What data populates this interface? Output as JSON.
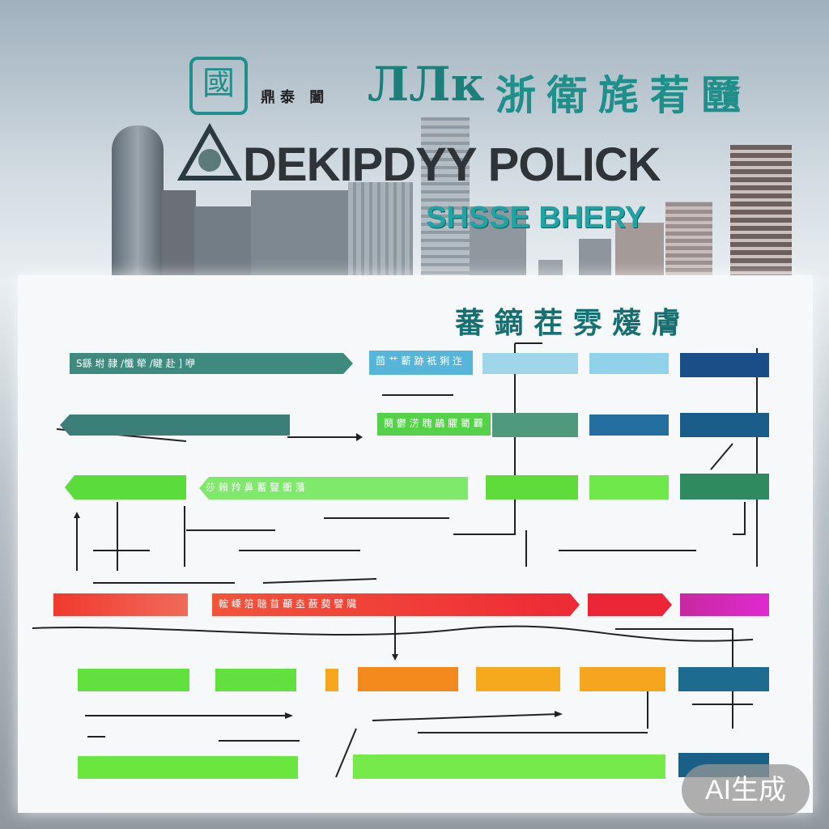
{
  "header": {
    "seal_text": "國",
    "top_small": "鼎泰 闔",
    "top_right_cn": "浙 衛 旄 䒴 㔶",
    "top_mid_glyph": "ЛЛк",
    "title_en": "DEKIPDYY POLICK",
    "subtitle_en": "SHSSE BHERY"
  },
  "panel": {
    "title_cn": "蕃 鏑 茬 雰 蕿 膚"
  },
  "rows": [
    {
      "label": "S繇 坿 隷 /懺 犖 /睷 赴 ] 咿"
    },
    {
      "label": "茴 艹 蘄 跡 衹 猁 迮"
    },
    {
      "label": "蔅 鬱 淓 聭 鶓 臞 薥 覉"
    },
    {
      "label": "莎 賴 羚 鼻 蓄 豎 衝 藩"
    },
    {
      "label": "𨌆 嵊 箈 聴 苜 顳 坴 蘞 葜 譬 贜"
    }
  ],
  "badge": "AI生成"
}
